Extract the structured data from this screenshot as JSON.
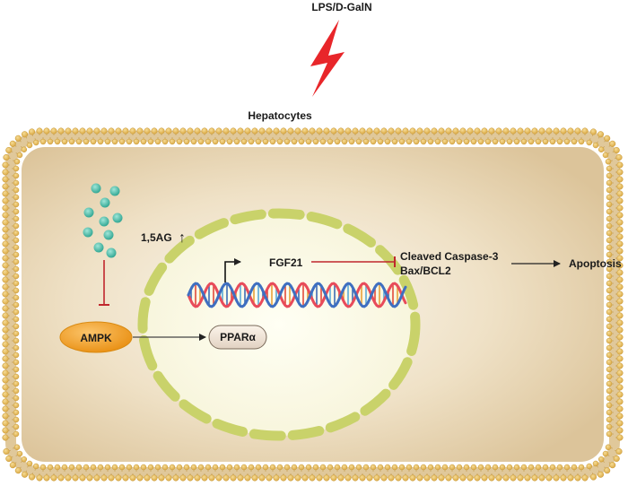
{
  "stimulus": {
    "label": "LPS/D-GalN",
    "color": "#e8262a"
  },
  "cell": {
    "label": "Hepatocytes",
    "membrane_color": "#e2b85a",
    "cytoplasm_color": "#efe0c2"
  },
  "molecule": {
    "label": "1,5AG",
    "trend": "↑",
    "color": "#3fb8a4"
  },
  "proteins": {
    "ampk": "AMPK",
    "ppar": "PPARα",
    "fgf21": "FGF21",
    "caspase": "Cleaved Caspase-3",
    "bax": "Bax/BCL2"
  },
  "outcome": "Apoptosis",
  "colors": {
    "inhibit": "#c0272d",
    "activate": "#222222",
    "nucleus_border": "#c9d26a",
    "ampk_fill": "#f2a228"
  }
}
